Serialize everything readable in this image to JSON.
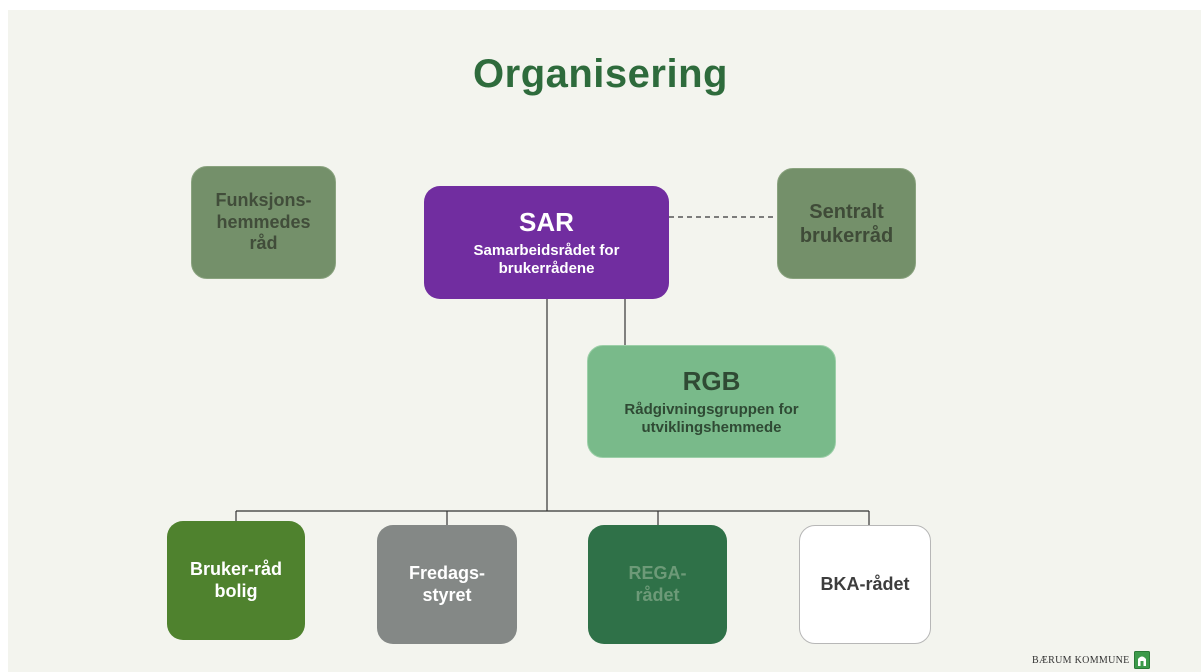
{
  "slide": {
    "title": "Organisering"
  },
  "nodes": {
    "funksjonshemmedes": {
      "lines": [
        "Funksjons-",
        "hemmedes",
        "råd"
      ]
    },
    "sar": {
      "main": "SAR",
      "sub_lines": [
        "Samarbeidsrådet for",
        "brukerrådene"
      ]
    },
    "sentralt": {
      "lines": [
        "Sentralt",
        "brukerråd"
      ]
    },
    "rgb": {
      "main": "RGB",
      "sub_lines": [
        "Rådgivningsgruppen for",
        "utviklingshemmede"
      ]
    },
    "bruker_rad_bolig": {
      "lines": [
        "Bruker-råd",
        "bolig"
      ]
    },
    "fredagsstyret": {
      "lines": [
        "Fredags-",
        "styret"
      ]
    },
    "rega": {
      "lines": [
        "REGA-",
        "rådet"
      ]
    },
    "bka": {
      "lines": [
        "BKA-rådet"
      ]
    }
  },
  "footer": {
    "logo_text": "BÆRUM KOMMUNE",
    "logo_icon": "baerum-crest-icon"
  },
  "colors": {
    "title": "#2e6b3c",
    "sar": "#712da0",
    "muted_green": "#74906a",
    "rgb": "#79ba8a",
    "bruker": "#4f822e",
    "fredag": "#848886",
    "rega": "#2f7148",
    "bka": "#ffffff"
  }
}
